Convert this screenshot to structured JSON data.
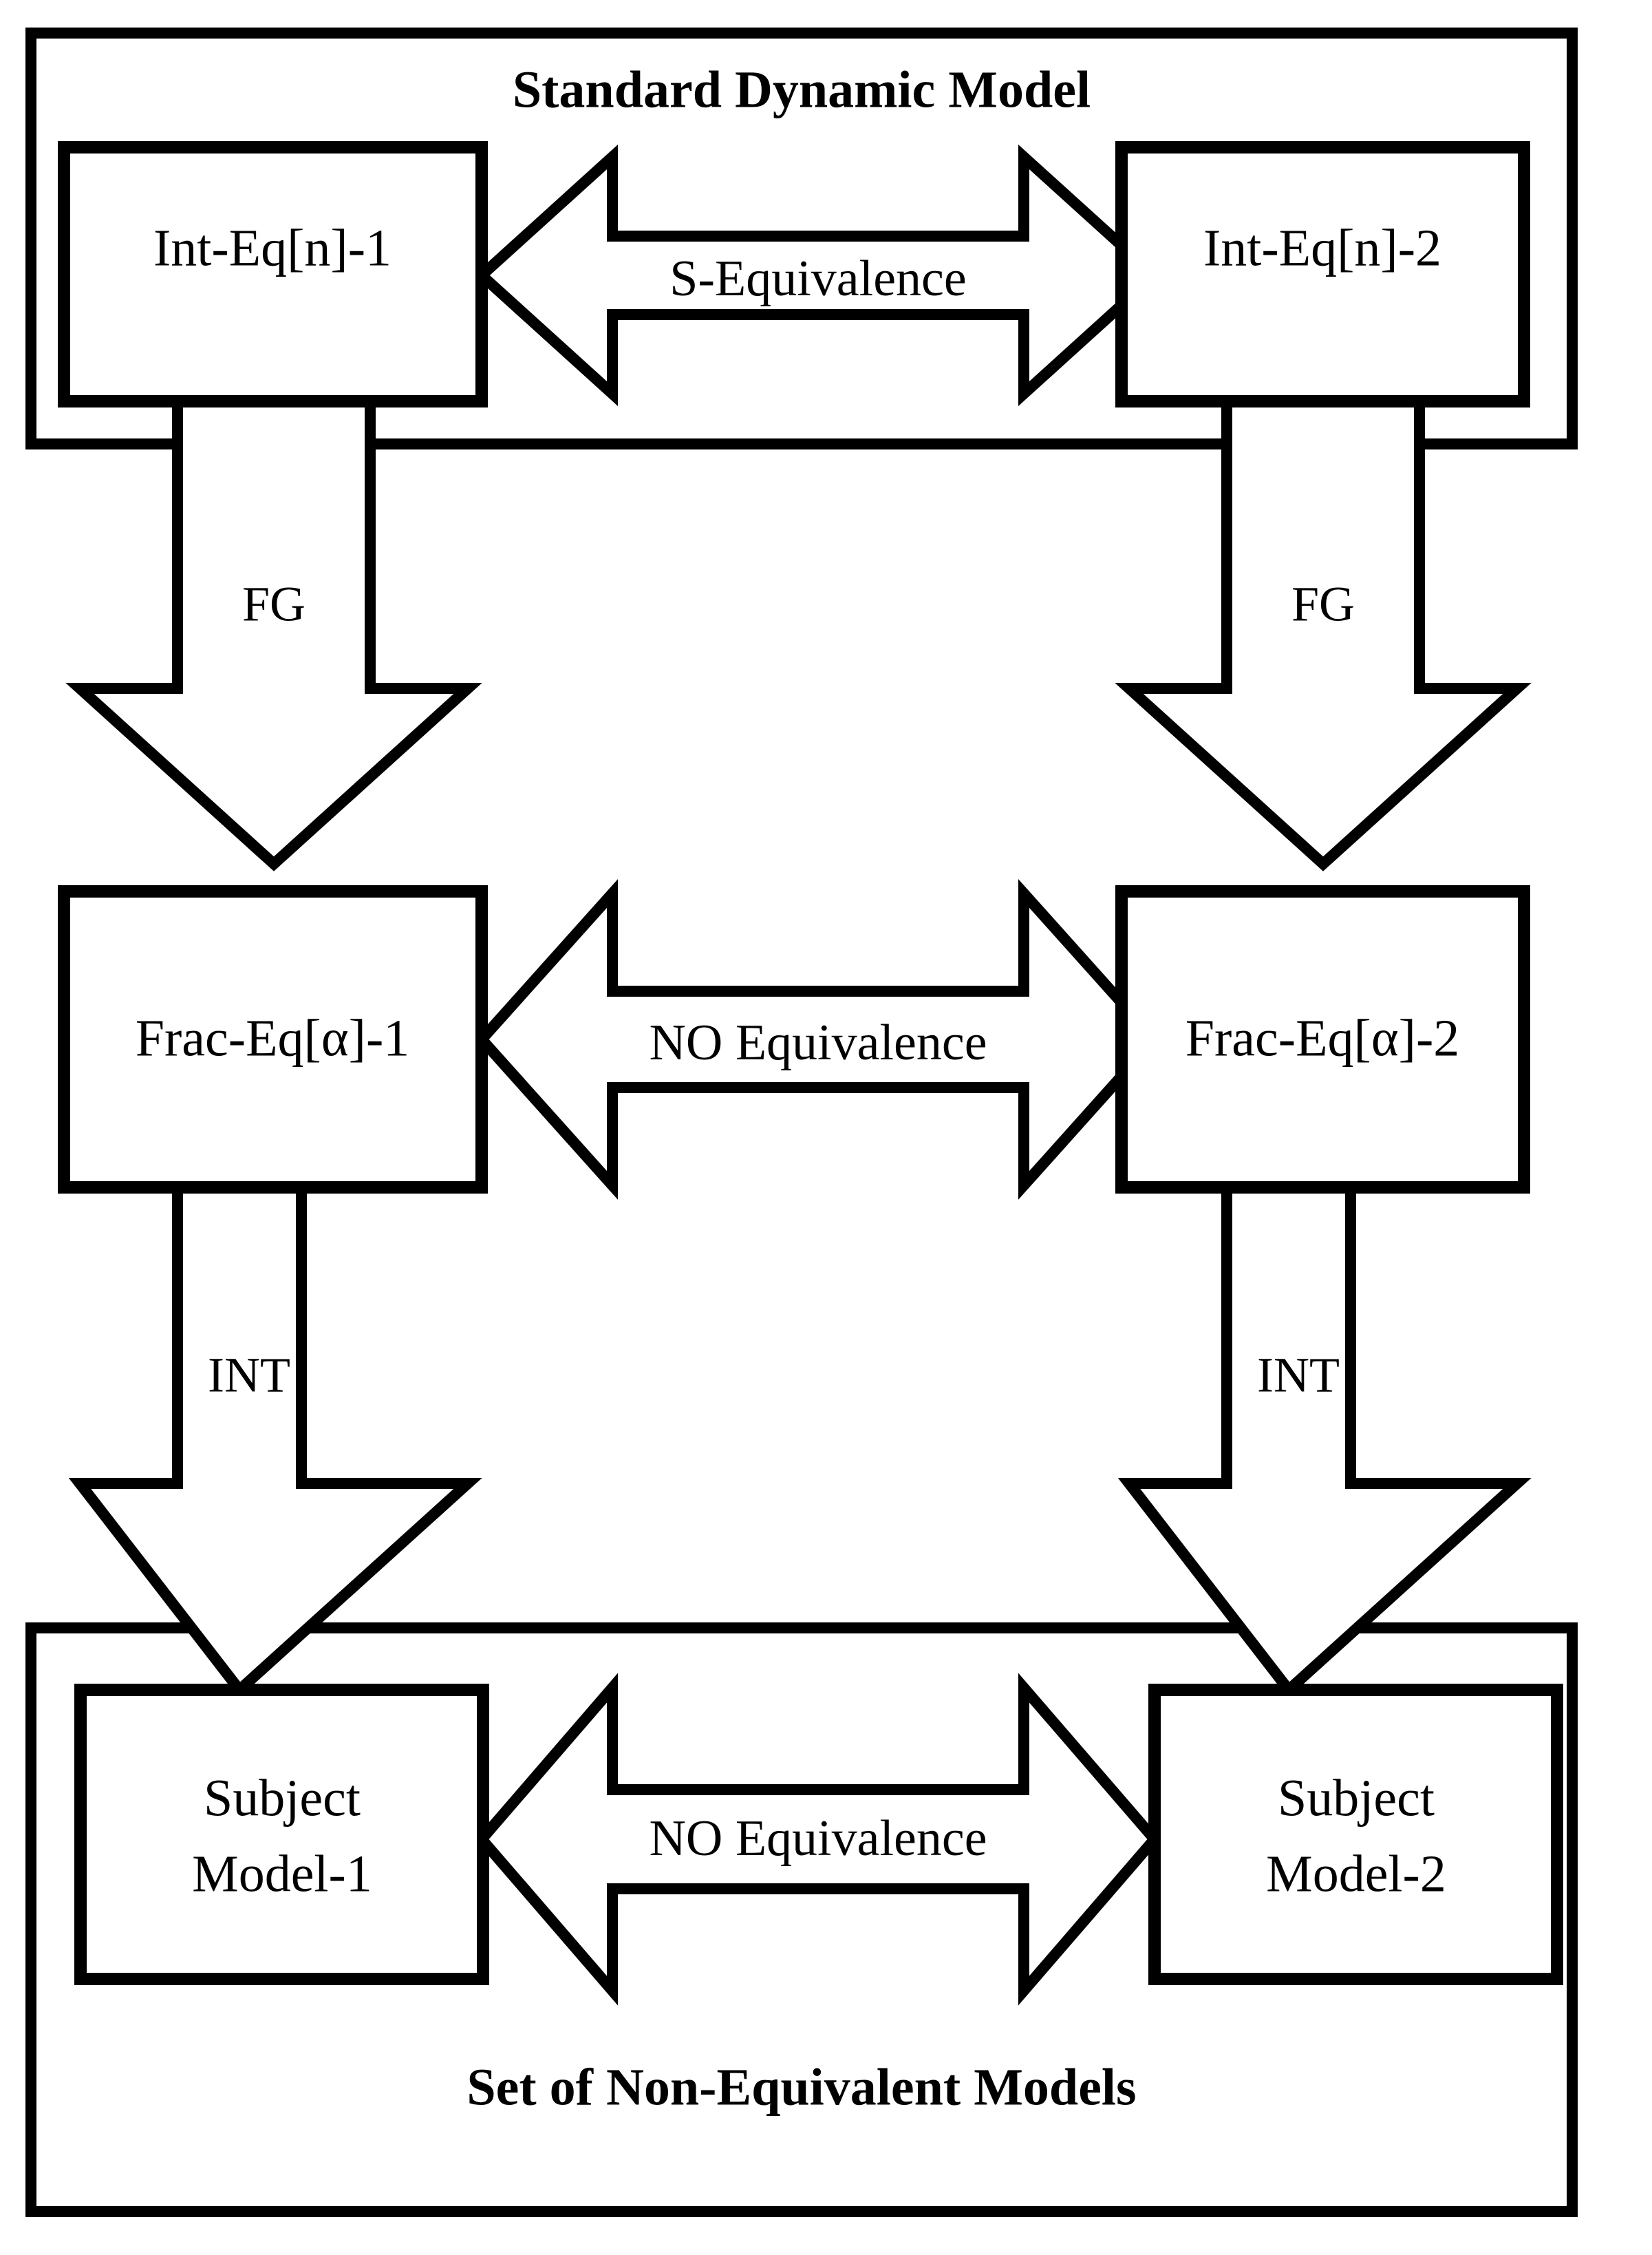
{
  "figure": {
    "type": "flow-diagram",
    "background_color": "#ffffff",
    "line_color": "#000000"
  },
  "groups": [
    {
      "id": "standard-dynamic-model",
      "title": "Standard Dynamic Model",
      "title_position": "top"
    },
    {
      "id": "set-of-non-equivalent-models",
      "title": "Set of Non-Equivalent Models",
      "title_position": "bottom"
    }
  ],
  "nodes": {
    "int_eq_1": "Int-Eq[n]-1",
    "int_eq_2": "Int-Eq[n]-2",
    "frac_eq_1": "Frac-Eq[α]-1",
    "frac_eq_2": "Frac-Eq[α]-2",
    "subject_model_1_line1": "Subject",
    "subject_model_1_line2": "Model-1",
    "subject_model_2_line1": "Subject",
    "subject_model_2_line2": "Model-2"
  },
  "horizontal_arrows": [
    {
      "id": "row1",
      "label": "S-Equivalence",
      "from": "int_eq_1",
      "to": "int_eq_2",
      "style": "double-headed"
    },
    {
      "id": "row2",
      "label": "NO Equivalence",
      "from": "frac_eq_1",
      "to": "frac_eq_2",
      "style": "double-headed"
    },
    {
      "id": "row3",
      "label": "NO Equivalence",
      "from": "subject_model_1",
      "to": "subject_model_2",
      "style": "double-headed"
    }
  ],
  "vertical_arrows": [
    {
      "id": "fg-left",
      "label": "FG",
      "from": "int_eq_1",
      "to": "frac_eq_1",
      "direction": "down"
    },
    {
      "id": "fg-right",
      "label": "FG",
      "from": "int_eq_2",
      "to": "frac_eq_2",
      "direction": "down"
    },
    {
      "id": "int-left",
      "label": "INT",
      "from": "frac_eq_1",
      "to": "subject_model_1",
      "direction": "down"
    },
    {
      "id": "int-right",
      "label": "INT",
      "from": "frac_eq_2",
      "to": "subject_model_2",
      "direction": "down"
    }
  ]
}
